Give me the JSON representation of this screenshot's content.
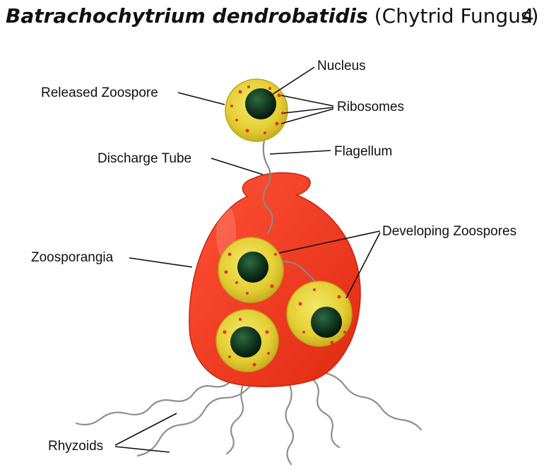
{
  "title": {
    "scientific_name": "Batrachochytrium dendrobatidis",
    "common_name": "(Chytrid Fungus)"
  },
  "page_number": "4",
  "labels": {
    "nucleus": "Nucleus",
    "released_zoospore": "Released Zoospore",
    "ribosomes": "Ribosomes",
    "flagellum": "Flagellum",
    "discharge_tube": "Discharge Tube",
    "developing_zoospores": "Developing Zoospores",
    "zoosporangia": "Zoosporangia",
    "rhyzoids": "Rhyzoids"
  },
  "colors": {
    "sporangium": "#f23a1f",
    "zoospore_body": "#e6d43a",
    "nucleus": "#123d22",
    "ribosome": "#e8321e",
    "wire": "#8a8a8a"
  }
}
